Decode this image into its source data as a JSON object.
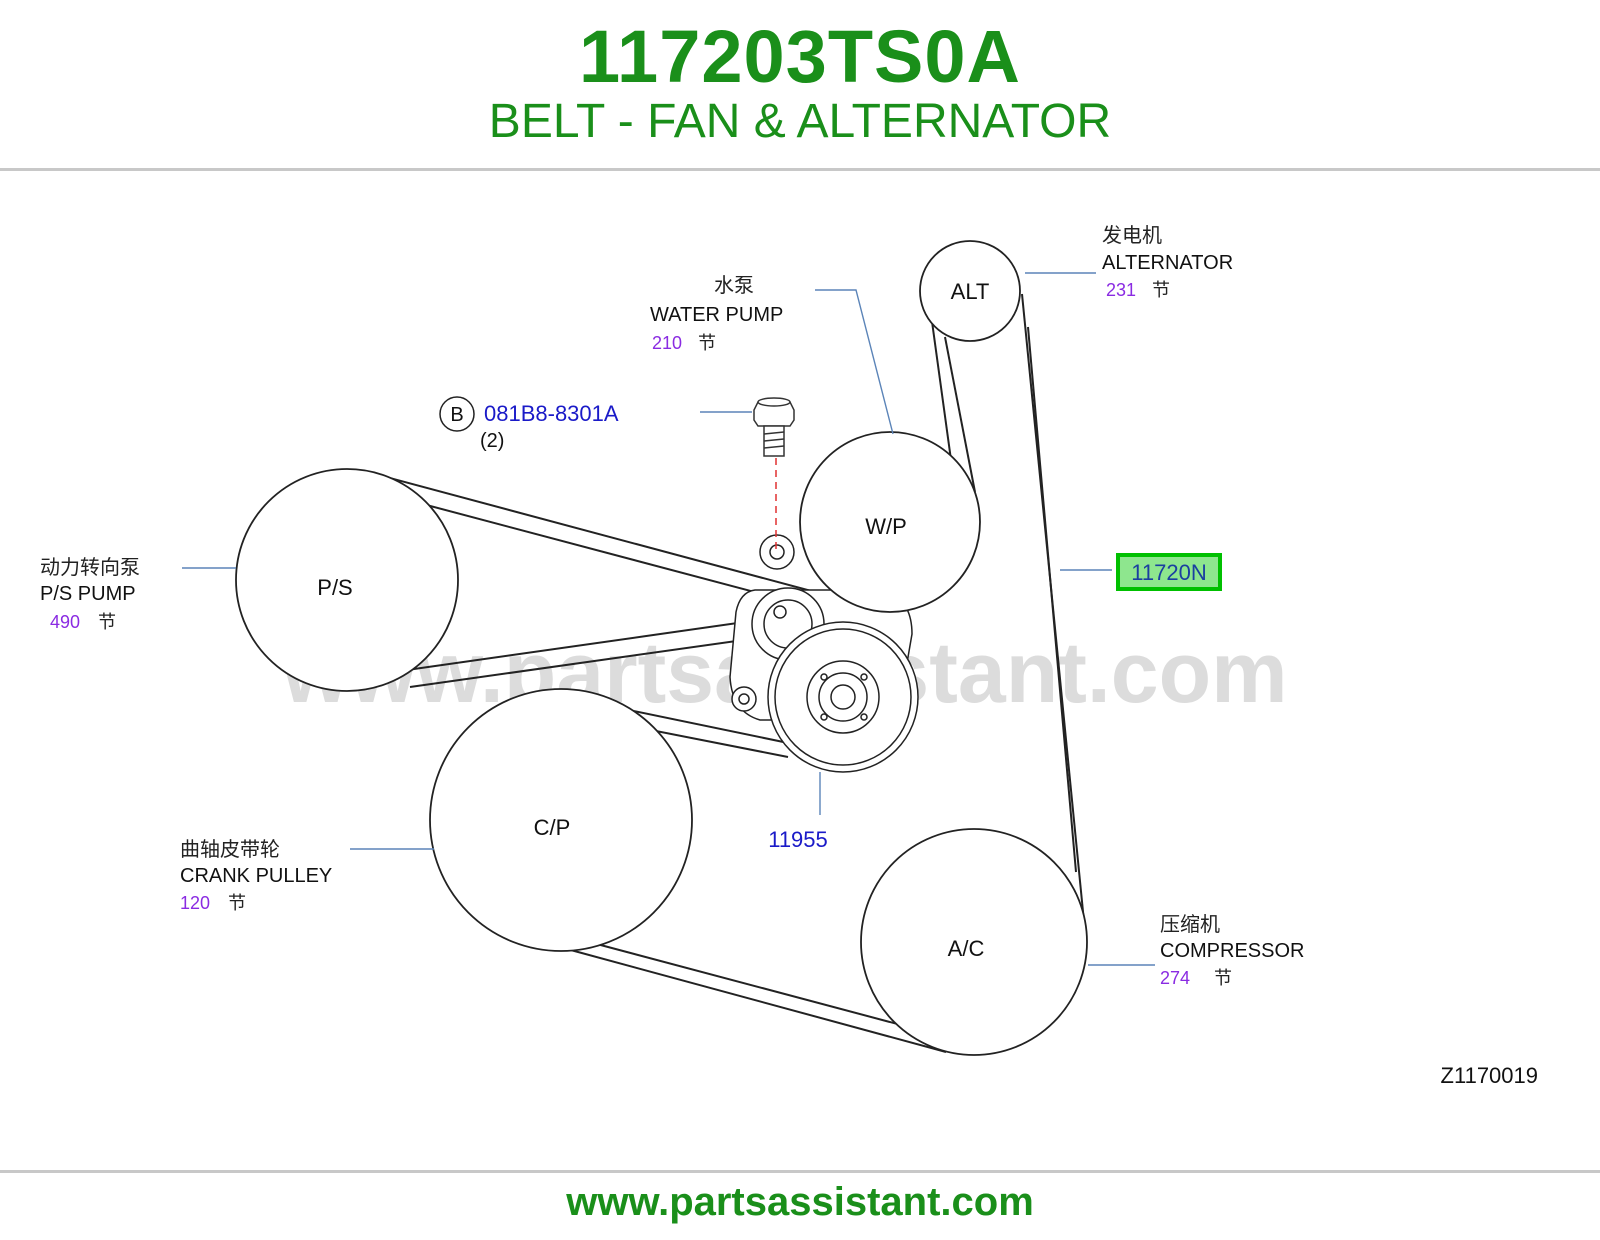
{
  "header": {
    "part_number": "117203TS0A",
    "description": "BELT - FAN & ALTERNATOR"
  },
  "watermark": "www.partsassistant.com",
  "footer": {
    "url": "www.partsassistant.com"
  },
  "diagram_id": "Z1170019",
  "colors": {
    "brand_green": "#1a8f1a",
    "link_blue": "#1a1ac8",
    "count_purple": "#8a2be2",
    "leader_blue": "#5b84b8",
    "highlight_green": "#00c000",
    "highlight_fill": "#8ee68e"
  },
  "pulleys": {
    "alt": "ALT",
    "wp": "W/P",
    "ps": "P/S",
    "cp": "C/P",
    "ac": "A/C"
  },
  "callouts": {
    "alternator": {
      "cn": "发电机",
      "en": "ALTERNATOR",
      "count": "231",
      "unit": "节"
    },
    "water_pump": {
      "cn": "水泵",
      "en": "WATER  PUMP",
      "count": "210",
      "unit": "节"
    },
    "ps_pump": {
      "cn": "动力转向泵",
      "en": "P/S  PUMP",
      "count": "490",
      "unit": "节"
    },
    "crank_pulley": {
      "cn": "曲轴皮带轮",
      "en": "CRANK  PULLEY",
      "count": "120",
      "unit": "节"
    },
    "compressor": {
      "cn": "压缩机",
      "en": "COMPRESSOR",
      "count": "274",
      "unit": "节"
    }
  },
  "bolt": {
    "marker": "B",
    "part": "081B8-8301A",
    "qty": "(2)"
  },
  "belt_part": "11720N",
  "tensioner_part": "11955"
}
